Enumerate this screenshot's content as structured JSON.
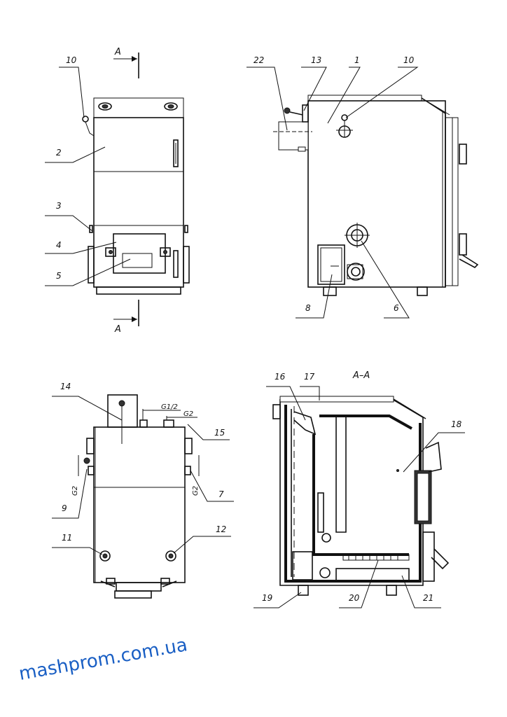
{
  "watermark": "mashprom.com.ua",
  "section_marker": "A",
  "section_title": "A–A",
  "views": {
    "front": {
      "labels": [
        "10",
        "2",
        "3",
        "4",
        "5"
      ]
    },
    "side": {
      "labels": [
        "22",
        "13",
        "1",
        "10",
        "8",
        "6"
      ]
    },
    "top": {
      "labels": [
        "14",
        "15",
        "9",
        "7",
        "11",
        "12"
      ],
      "dimensions": [
        "G1/2",
        "G2",
        "G2",
        "G2"
      ]
    },
    "section": {
      "labels": [
        "16",
        "17",
        "18",
        "19",
        "20",
        "21"
      ]
    }
  }
}
